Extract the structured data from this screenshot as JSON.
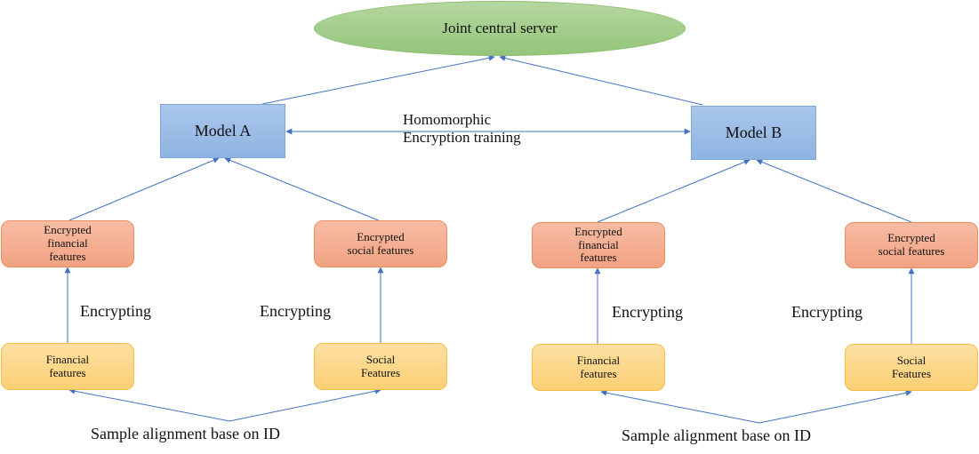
{
  "diagram": {
    "server": {
      "label": "Joint central server"
    },
    "models": [
      {
        "label": "Model A"
      },
      {
        "label": "Model B"
      }
    ],
    "link_label": "Homomorphic\nEncryption training",
    "groups": [
      {
        "encrypted": [
          {
            "label": "Encrypted\nfinancial\nfeatures"
          },
          {
            "label": "Encrypted\nsocial  features"
          }
        ],
        "features": [
          {
            "label": "Financial\nfeatures"
          },
          {
            "label": "Social\nFeatures"
          }
        ],
        "encrypting_labels": [
          "Encrypting",
          "Encrypting"
        ],
        "alignment_label": "Sample alignment base on ID"
      },
      {
        "encrypted": [
          {
            "label": "Encrypted\nfinancial\nfeatures"
          },
          {
            "label": "Encrypted\nsocial  features"
          }
        ],
        "features": [
          {
            "label": "Financial\nfeatures"
          },
          {
            "label": "Social\nFeatures"
          }
        ],
        "encrypting_labels": [
          "Encrypting",
          "Encrypting"
        ],
        "alignment_label": "Sample alignment base on ID"
      }
    ],
    "colors": {
      "edge": "#4472c4",
      "server_fill": "#a9d18e",
      "model_fill": "#9dc3e6",
      "encrypted_fill": "#f4b183",
      "feature_fill": "#ffd966"
    }
  }
}
